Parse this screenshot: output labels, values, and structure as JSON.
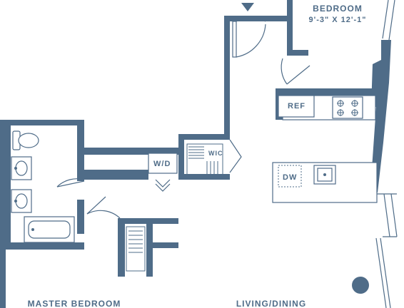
{
  "rooms": {
    "bedroom": {
      "name": "BEDROOM",
      "dimensions": "9'-3\" X 12'-1\""
    },
    "master_bedroom": {
      "name": "MASTER BEDROOM"
    },
    "living_dining": {
      "name": "LIVING/DINING"
    }
  },
  "fixtures": {
    "ref": "REF",
    "dw": "DW",
    "wd": "W/D",
    "wic": "WIC"
  },
  "colors": {
    "wall": "#4f6c88",
    "background": "#ffffff"
  },
  "icons": [
    "entry-arrow-icon",
    "toilet-icon",
    "sink-icon",
    "bathtub-icon",
    "stove-burner-icon",
    "column-icon"
  ]
}
